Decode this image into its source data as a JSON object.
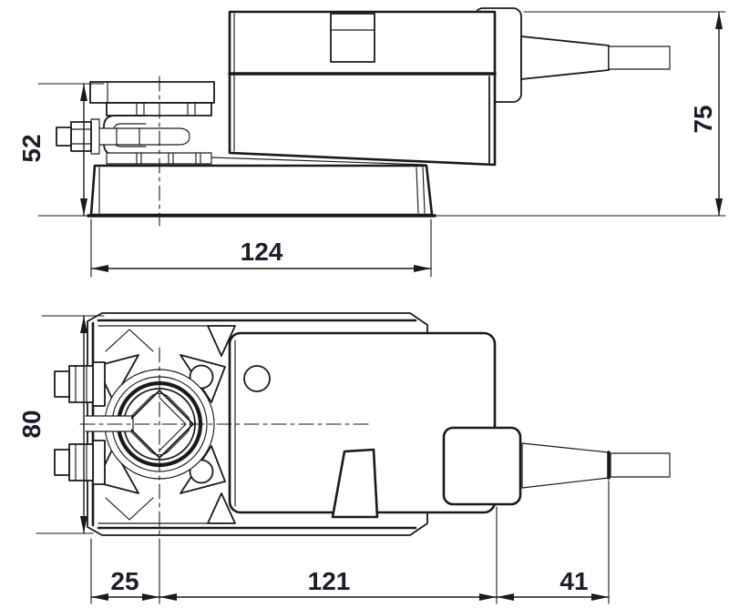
{
  "colors": {
    "background": "#ffffff",
    "line": "#1a1a1a",
    "dimension_text": "#1c1c2b"
  },
  "views": {
    "side": {
      "dims": {
        "bracket_height": "52",
        "total_height": "75",
        "base_length": "124"
      }
    },
    "top": {
      "dims": {
        "body_width": "80",
        "clamp_offset": "25",
        "body_length": "121",
        "cable_gland_length": "41"
      }
    }
  }
}
